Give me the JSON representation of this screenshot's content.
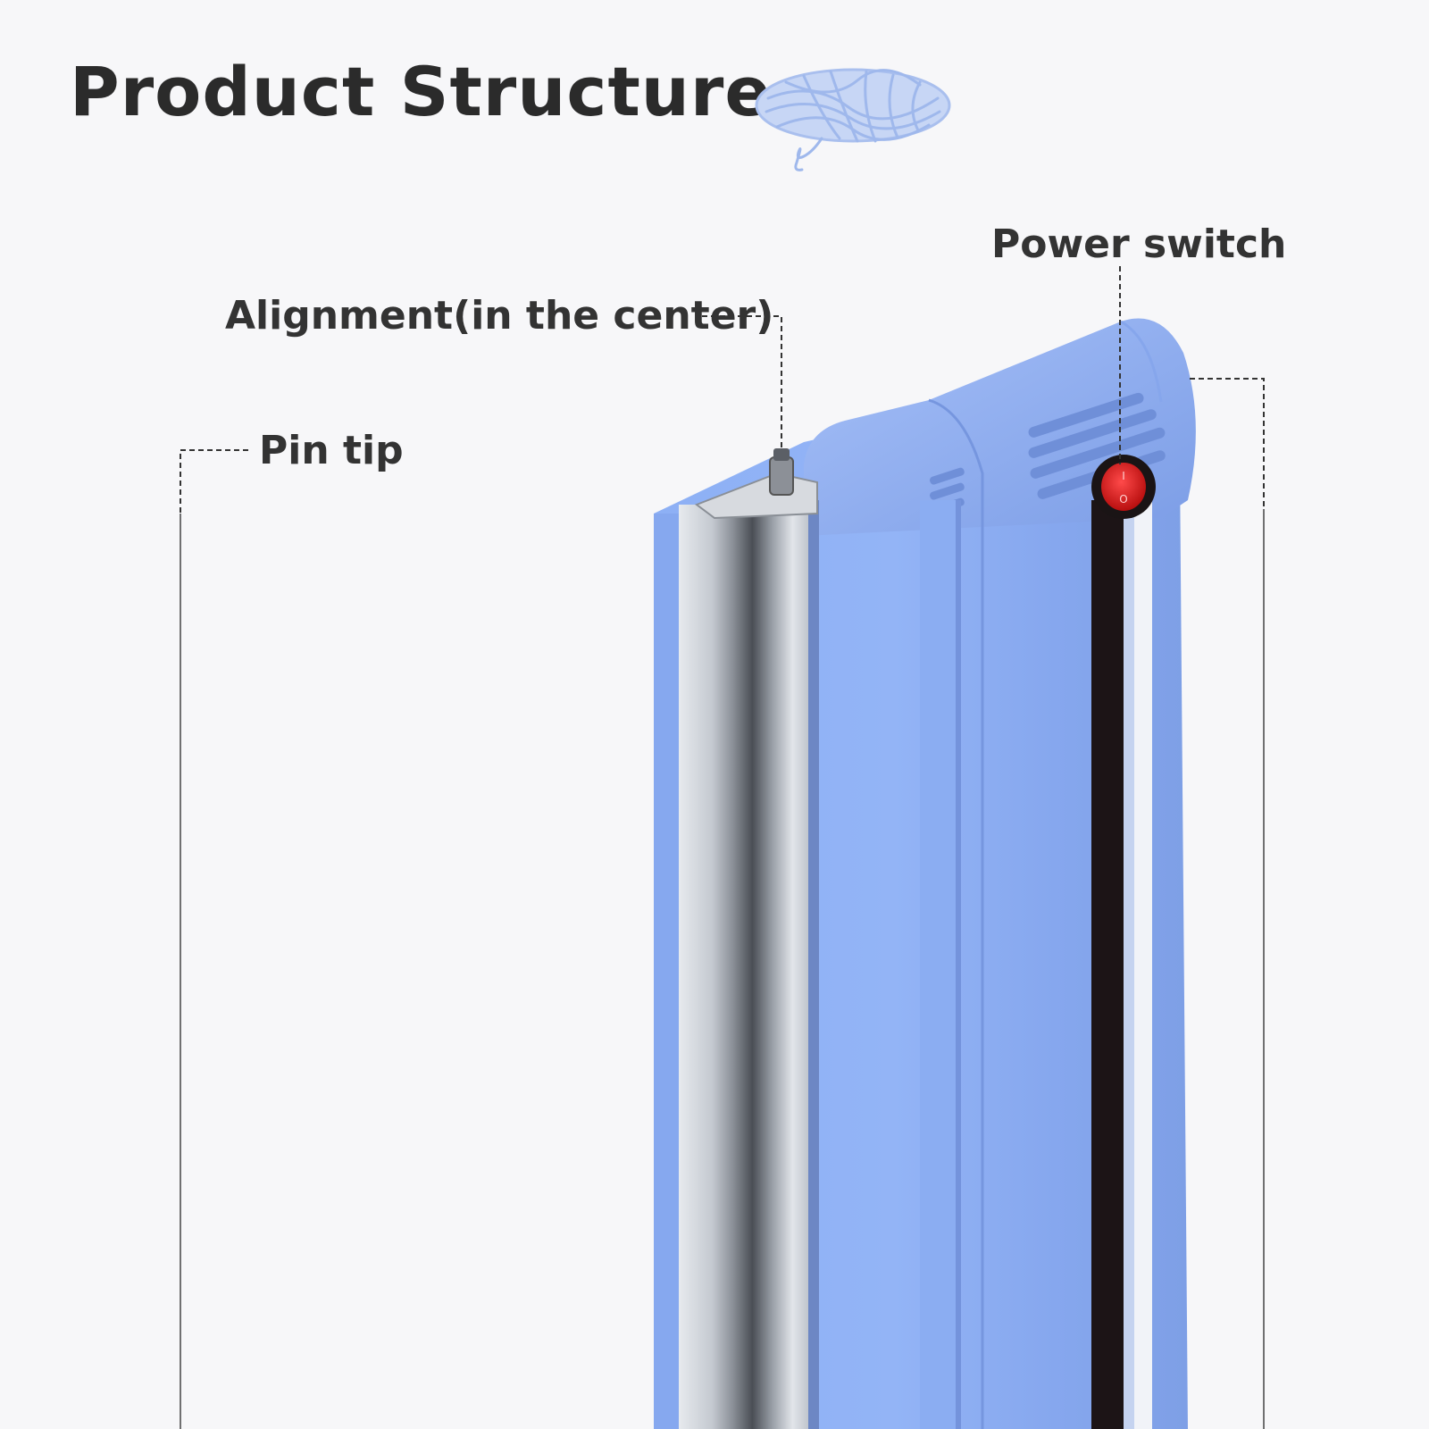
{
  "page": {
    "title": "Product Structure",
    "background": "#f7f7f9",
    "accent_color": "#8fb0f3",
    "switch_color": "#d42020"
  },
  "callouts": {
    "power_switch": "Power switch",
    "alignment": "Alignment(in the center)",
    "pin_tip": "Pin tip"
  },
  "icons": {
    "yarn": "yarn-ball-icon"
  }
}
